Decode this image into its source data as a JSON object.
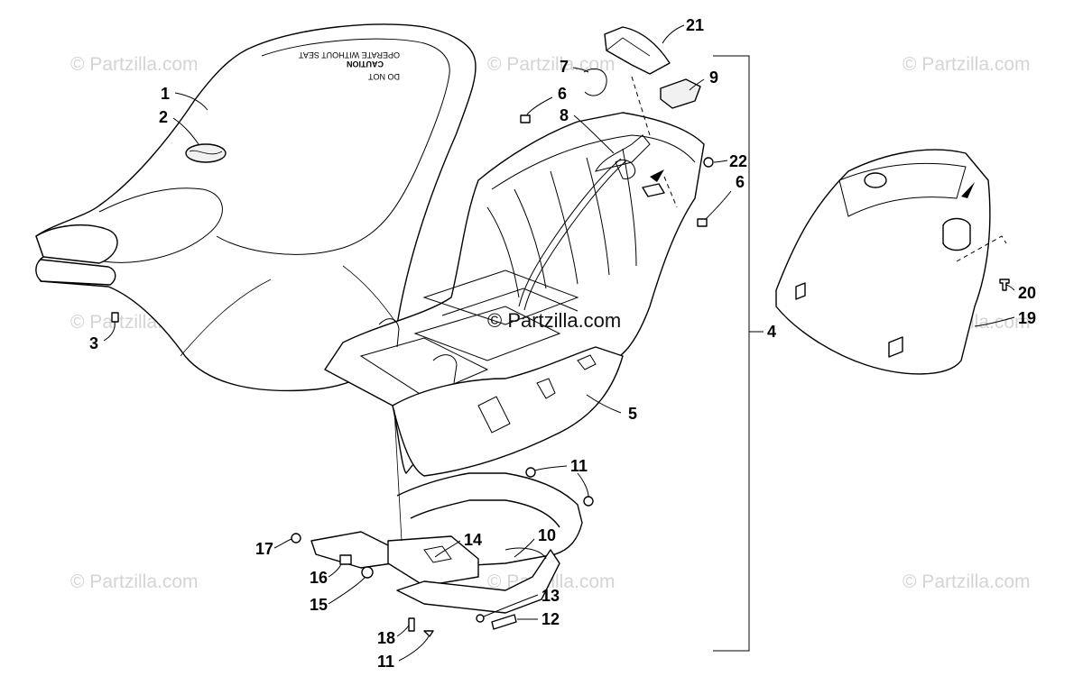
{
  "watermark": {
    "text": "© Partzilla.com",
    "center_text": "© Partzilla.com"
  },
  "seat_label": {
    "caution": "CAUTION",
    "line1": "DO NOT",
    "line2": "OPERATE WITHOUT SEAT"
  },
  "callouts": [
    {
      "id": "c1",
      "label": "1"
    },
    {
      "id": "c2",
      "label": "2"
    },
    {
      "id": "c3",
      "label": "3"
    },
    {
      "id": "c4",
      "label": "4"
    },
    {
      "id": "c5",
      "label": "5"
    },
    {
      "id": "c6a",
      "label": "6"
    },
    {
      "id": "c6b",
      "label": "6"
    },
    {
      "id": "c7",
      "label": "7"
    },
    {
      "id": "c8",
      "label": "8"
    },
    {
      "id": "c9",
      "label": "9"
    },
    {
      "id": "c10",
      "label": "10"
    },
    {
      "id": "c11a",
      "label": "11"
    },
    {
      "id": "c11b",
      "label": "11"
    },
    {
      "id": "c12",
      "label": "12"
    },
    {
      "id": "c13",
      "label": "13"
    },
    {
      "id": "c14",
      "label": "14"
    },
    {
      "id": "c15",
      "label": "15"
    },
    {
      "id": "c16",
      "label": "16"
    },
    {
      "id": "c17",
      "label": "17"
    },
    {
      "id": "c18",
      "label": "18"
    },
    {
      "id": "c19",
      "label": "19"
    },
    {
      "id": "c20",
      "label": "20"
    },
    {
      "id": "c21",
      "label": "21"
    },
    {
      "id": "c22",
      "label": "22"
    }
  ]
}
